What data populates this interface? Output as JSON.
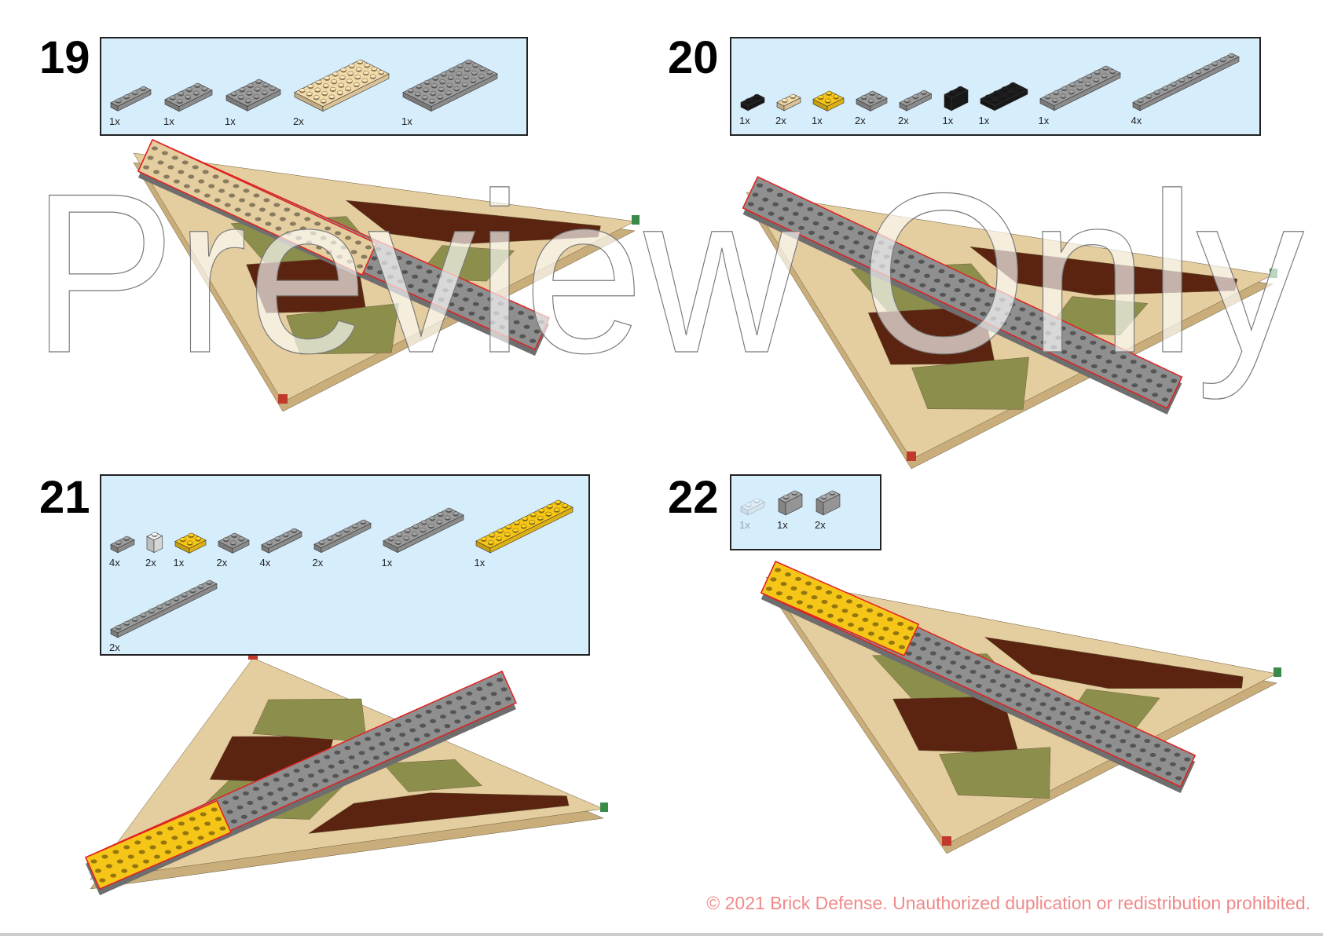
{
  "colors": {
    "tan": "#e4cd9e",
    "brown": "#5a2410",
    "olive": "#8c8f4c",
    "gray": "#8f8f8f",
    "red_outline": "#e02020",
    "box_bg": "#d6edfc",
    "footer": "#f08a8a"
  },
  "steps": [
    {
      "number": "19",
      "rows": [
        [
          {
            "part": "plate-1x4",
            "color": "#9a9a9a",
            "w": 1,
            "l": 4,
            "count": "1x"
          },
          {
            "part": "plate-2x4",
            "color": "#9a9a9a",
            "w": 2,
            "l": 4,
            "count": "1x"
          },
          {
            "part": "plate-4x4",
            "color": "#9a9a9a",
            "w": 3,
            "l": 4,
            "count": "1x"
          },
          {
            "part": "plate-4x8",
            "color": "#f1d9a8",
            "w": 4,
            "l": 8,
            "count": "2x"
          },
          {
            "part": "plate-4x8",
            "color": "#9a9a9a",
            "w": 4,
            "l": 8,
            "count": "1x"
          }
        ]
      ]
    },
    {
      "number": "20",
      "rows": [
        [
          {
            "part": "plate-1x2",
            "color": "#1b1b1b",
            "w": 1,
            "l": 2,
            "count": "1x"
          },
          {
            "part": "plate-1x2",
            "color": "#f1d9a8",
            "w": 1,
            "l": 2,
            "count": "2x"
          },
          {
            "part": "plate-2x2",
            "color": "#f5c518",
            "w": 2,
            "l": 2,
            "count": "1x"
          },
          {
            "part": "plate-2x2",
            "color": "#9a9a9a",
            "w": 2,
            "l": 2,
            "count": "2x"
          },
          {
            "part": "plate-1x3",
            "color": "#9a9a9a",
            "w": 1,
            "l": 3,
            "count": "2x"
          },
          {
            "part": "brick-1x2",
            "color": "#1b1b1b",
            "w": 1,
            "l": 2,
            "brick": true,
            "count": "1x"
          },
          {
            "part": "plate-2x4",
            "color": "#1b1b1b",
            "w": 2,
            "l": 4,
            "count": "1x"
          },
          {
            "part": "plate-2x8",
            "color": "#9a9a9a",
            "w": 2,
            "l": 8,
            "count": "1x"
          },
          {
            "part": "plate-1x12",
            "color": "#9a9a9a",
            "w": 1,
            "l": 12,
            "count": "4x"
          }
        ]
      ]
    },
    {
      "number": "21",
      "rows": [
        [
          {
            "part": "plate-1x2",
            "color": "#9a9a9a",
            "w": 1,
            "l": 2,
            "count": "4x"
          },
          {
            "part": "bracket-1x1",
            "color": "#eeeeee",
            "w": 1,
            "l": 1,
            "brick": true,
            "count": "2x"
          },
          {
            "part": "plate-2x2",
            "color": "#f5c518",
            "w": 2,
            "l": 2,
            "count": "1x"
          },
          {
            "part": "plate-2x2",
            "color": "#9a9a9a",
            "w": 2,
            "l": 2,
            "count": "2x"
          },
          {
            "part": "plate-1x4",
            "color": "#9a9a9a",
            "w": 1,
            "l": 4,
            "count": "4x"
          },
          {
            "part": "plate-1x6",
            "color": "#9a9a9a",
            "w": 1,
            "l": 6,
            "count": "2x"
          },
          {
            "part": "plate-2x8",
            "color": "#9a9a9a",
            "w": 2,
            "l": 8,
            "count": "1x"
          },
          {
            "part": "plate-2x10",
            "color": "#f5c518",
            "w": 2,
            "l": 10,
            "count": "1x"
          }
        ],
        [
          {
            "part": "plate-1x12",
            "color": "#9a9a9a",
            "w": 1,
            "l": 12,
            "count": "2x"
          }
        ]
      ]
    },
    {
      "number": "22",
      "rows": [
        [
          {
            "part": "plate-1x2",
            "color": "#eeeeee",
            "w": 1,
            "l": 2,
            "count": "1x",
            "faded": true
          },
          {
            "part": "technic-brick-1x2",
            "color": "#a5a5a5",
            "w": 1,
            "l": 2,
            "brick": true,
            "count": "1x"
          },
          {
            "part": "brick-1x2-side-studs",
            "color": "#a5a5a5",
            "w": 1,
            "l": 2,
            "brick": true,
            "count": "2x"
          }
        ]
      ]
    }
  ],
  "watermark": "Preview Only",
  "footer": "© 2021 Brick Defense. Unauthorized duplication or redistribution prohibited."
}
